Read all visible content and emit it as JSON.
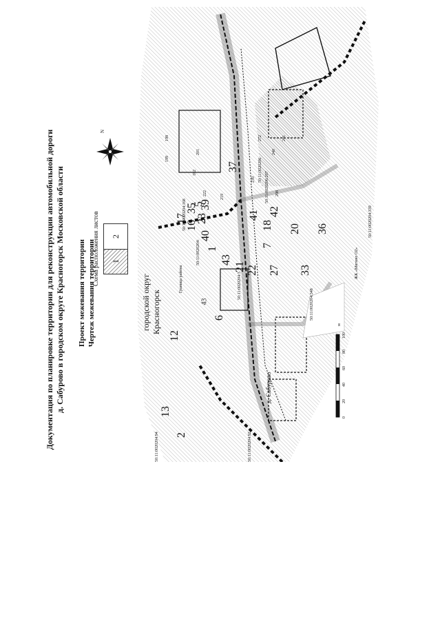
{
  "page_number": "43",
  "title_lines": [
    "Документация по планировке территории для реконструкции автомобильной дороги",
    "д. Сабурово в городском округе Красногорск Московской области"
  ],
  "subtitle_lines": [
    "Проект межевания территории",
    "Чертеж межевания территории"
  ],
  "layout_scheme": {
    "label": "Схема расположения листов",
    "sheets": [
      "1",
      "2"
    ],
    "active_sheet": "1"
  },
  "compass": {
    "north_label": "N",
    "icon": "compass-rose-icon"
  },
  "map": {
    "place_labels": [
      "городской округ",
      "Красногорск",
      "д. Сабурово",
      "Граница района"
    ],
    "cadastral_labels": [
      "50:11:0020204:94",
      "50:11:0020204:92",
      "50:11:0020204:168",
      "50:11:0020204:",
      "50:11:0020204:348",
      "50:11:0020204:339",
      "50:11:0020206:207",
      "50:11:0020206",
      "50:11:0020204:3"
    ],
    "parcel_numbers": [
      "2",
      "13",
      "12",
      "6",
      "22",
      "21",
      "43",
      "27",
      "33",
      "36",
      "20",
      "18",
      "42",
      "41",
      "17",
      "16",
      "35",
      "5",
      "39",
      "23",
      "40",
      "37",
      "1",
      "7"
    ],
    "small_labels": [
      "ЖК «Митино О2»",
      "199",
      "198",
      "201",
      "182",
      "222",
      "219",
      "208",
      "239",
      "240",
      "241",
      "272"
    ]
  },
  "scale_bar": {
    "ticks": [
      "0",
      "20",
      "40",
      "60",
      "80",
      "100"
    ],
    "unit": "м"
  }
}
